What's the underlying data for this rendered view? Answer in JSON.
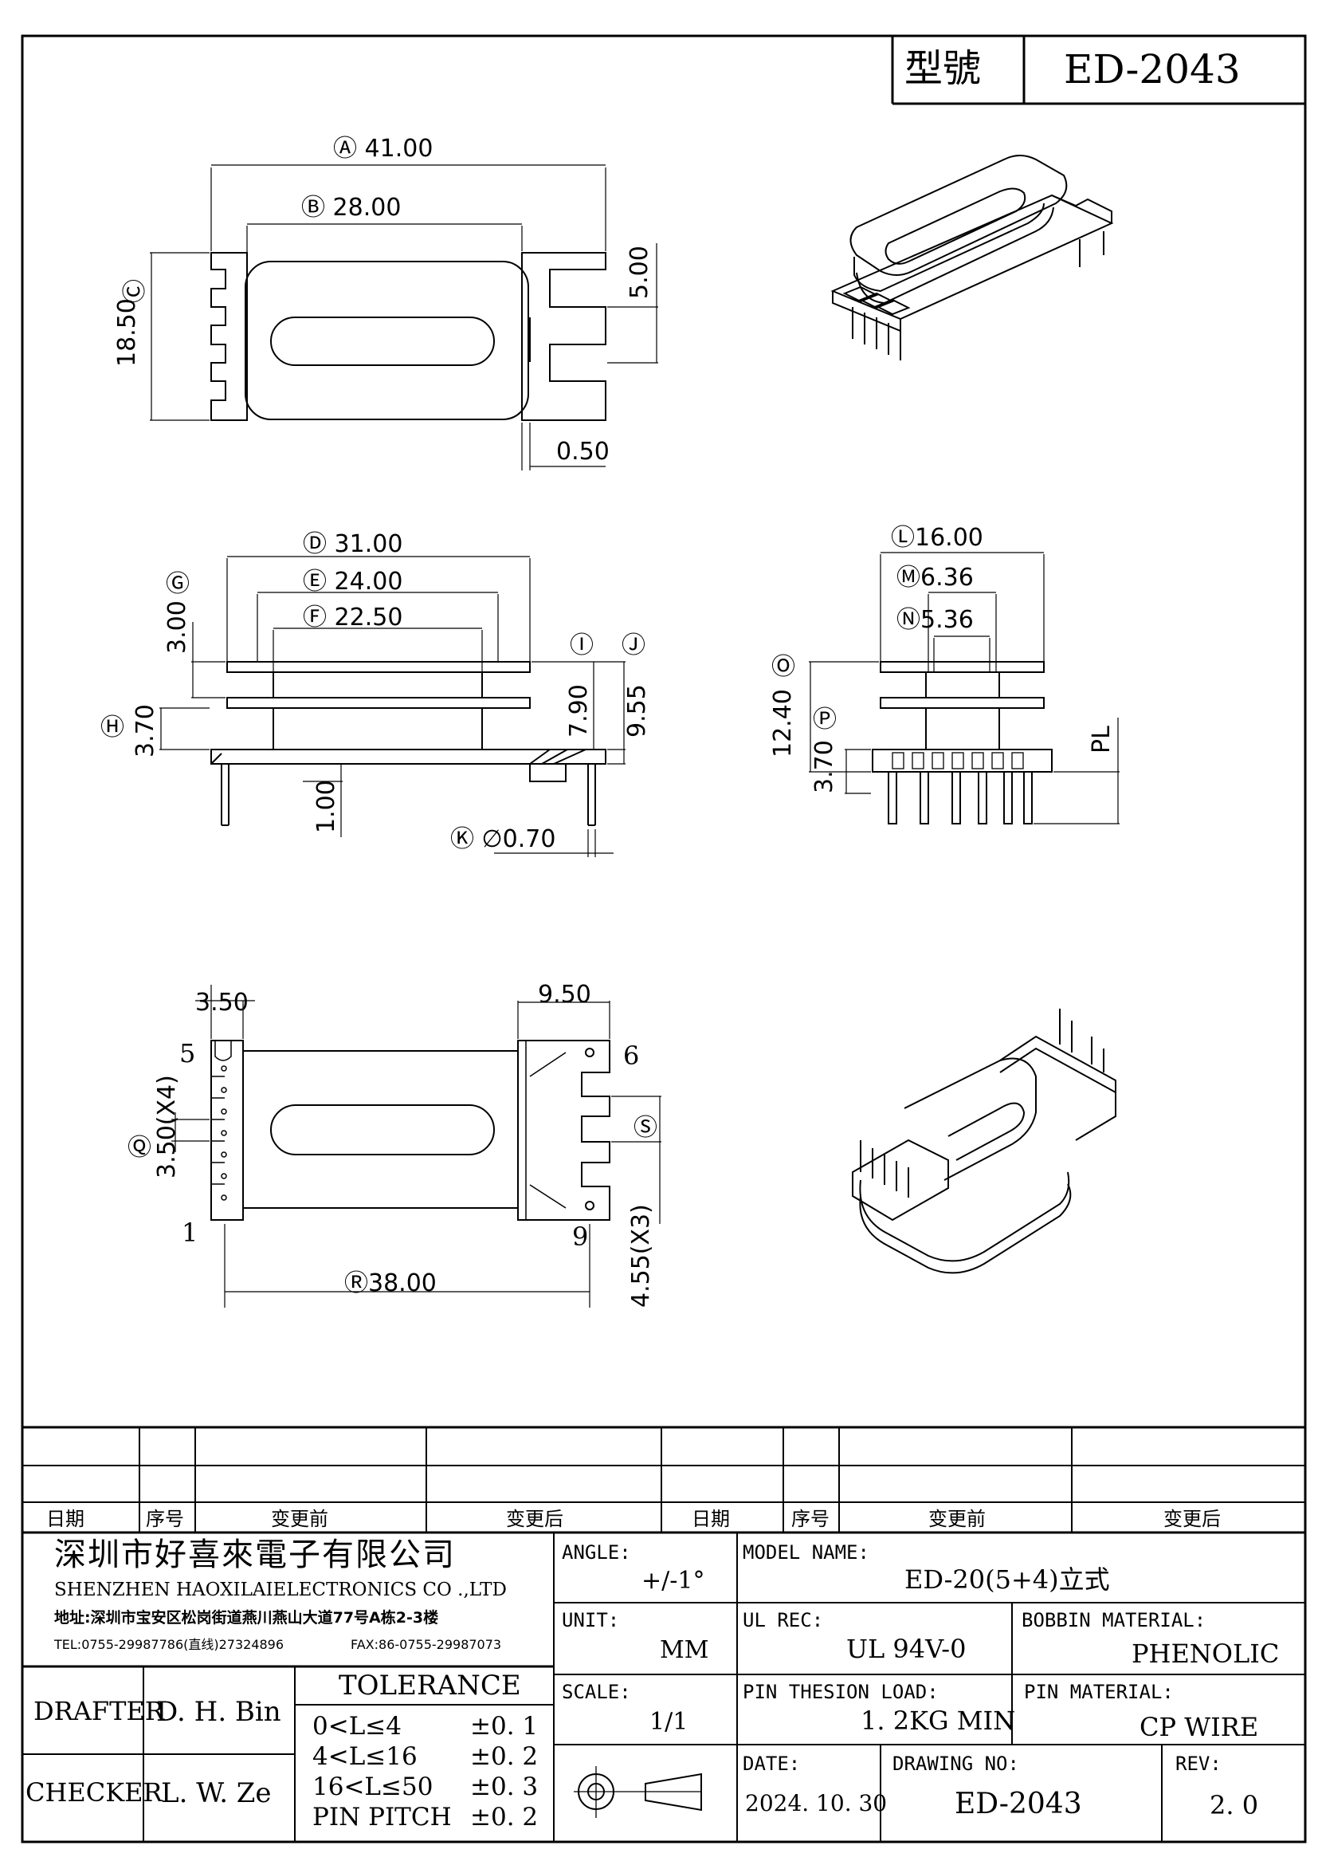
{
  "header": {
    "model_label": "型號",
    "model_value": "ED-2043"
  },
  "dimensions": {
    "A": "Ⓐ 41.00",
    "B": "Ⓑ 28.00",
    "C_value": "18.50",
    "C_mark": "Ⓒ",
    "dim_500": "5.00",
    "dim_050": "0.50",
    "D": "Ⓓ 31.00",
    "E": "Ⓔ 24.00",
    "F": "Ⓕ 22.50",
    "G_value": "3.00",
    "G_mark": "Ⓖ",
    "H_value": "3.70",
    "H_mark": "Ⓗ",
    "I_value": "7.90",
    "I_mark": "Ⓘ",
    "J_value": "9.55",
    "J_mark": "Ⓙ",
    "dim_100": "1.00",
    "K": "Ⓚ ∅0.70",
    "L": "Ⓛ16.00",
    "M": "Ⓜ6.36",
    "N": "Ⓝ5.36",
    "O_value": "12.40",
    "O_mark": "Ⓞ",
    "P_value": "3.70",
    "P_mark": "Ⓟ",
    "PL": "PL",
    "dim_350": "3.50",
    "dim_950": "9.50",
    "Q_value": "3.50(X4)",
    "Q_mark": "Ⓠ",
    "R": "Ⓡ38.00",
    "S_mark": "Ⓢ",
    "S_value": "4.55(X3)",
    "pin_5": "5",
    "pin_1": "1",
    "pin_6": "6",
    "pin_9": "9"
  },
  "revision_table": {
    "headers": [
      "日期",
      "序号",
      "变更前",
      "变更后",
      "日期",
      "序号",
      "变更前",
      "变更后"
    ]
  },
  "company": {
    "name_cn": "深圳市好喜來電子有限公司",
    "name_en": "SHENZHEN HAOXILAIELECTRONICS CO .,LTD",
    "address": "地址:深圳市宝安区松岗街道燕川燕山大道77号A栋2-3楼",
    "tel": "TEL:0755-29987786(直线)27324896",
    "fax": "FAX:86-0755-29987073"
  },
  "staff": {
    "drafter_label": "DRAFTER",
    "drafter": "D. H. Bin",
    "checker_label": "CHECKER",
    "checker": "L. W. Ze"
  },
  "tolerance": {
    "title": "TOLERANCE",
    "rows": [
      {
        "range": "0<L≤4",
        "value": "±0. 1"
      },
      {
        "range": "4<L≤16",
        "value": "±0. 2"
      },
      {
        "range": "16<L≤50",
        "value": "±0. 3"
      },
      {
        "range": "PIN PITCH",
        "value": "±0. 2"
      }
    ]
  },
  "spec": {
    "angle_label": "ANGLE:",
    "angle": "+/-1°",
    "model_name_label": "MODEL NAME:",
    "model_name": "ED-20(5+4)立式",
    "unit_label": "UNIT:",
    "unit": "MM",
    "ul_rec_label": "UL REC:",
    "ul_rec": "UL  94V-0",
    "bobbin_material_label": "BOBBIN MATERIAL:",
    "bobbin_material": "PHENOLIC",
    "scale_label": "SCALE:",
    "scale": "1/1",
    "pin_load_label": "PIN THESION LOAD:",
    "pin_load": "1. 2KG MIN",
    "pin_material_label": "PIN MATERIAL:",
    "pin_material": "CP  WIRE",
    "date_label": "DATE:",
    "date": "2024. 10. 30",
    "drawing_no_label": "DRAWING NO:",
    "drawing_no": "ED-2043",
    "rev_label": "REV:",
    "rev": "2. 0"
  }
}
